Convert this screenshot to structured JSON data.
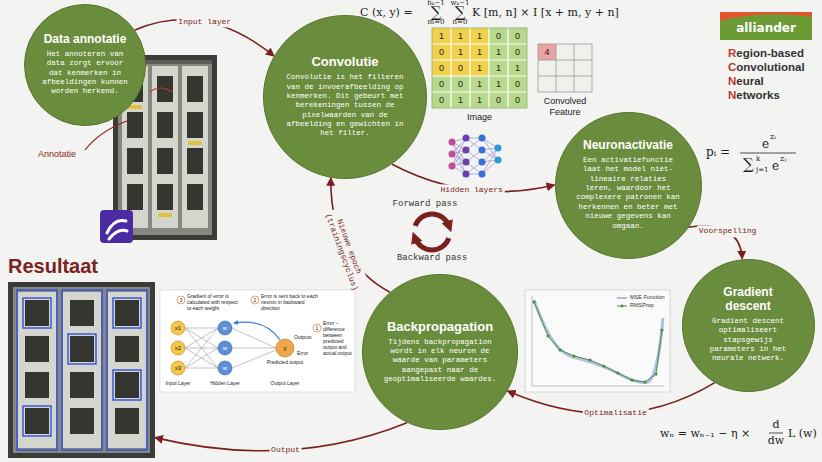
{
  "diagram": {
    "nodes": [
      {
        "text": [
          "Data annotatie",
          "Het annoteren van data zorgt ervoor dat kenmerken in afbeeldingen kunnen worden herkend."
        ]
      },
      {
        "text": [
          "Convolutie",
          "Convolutie is het filteren van de invoerafbeelding op kenmerken. Dit gebeurt met berekeningen tussen de pixelwaarden van de afbeelding en gewichten in het filter."
        ]
      },
      {
        "text": [
          "Neuronactivatie",
          "Een activatiefunctie laat het model niet-lineaire relaties leren, waardoor het complexere patronen kan herkennen en beter met nieuwe gegevens kan omgaan."
        ]
      },
      {
        "text": [
          "Gradient descent",
          "Gradient descent optimaliseert stapsgewijs parameters in het neurale netwerk."
        ]
      },
      {
        "text": [
          "Backpropagation",
          "Tijdens backpropagation wordt in elk neuron de waarde van parameters aangepast naar de geoptimaliseerde waardes."
        ]
      },
      {
        "text": [
          "Resultaat"
        ]
      }
    ],
    "edges": [
      {
        "from": 0,
        "to": 1,
        "label": "Input layer",
        "arrow": "to"
      },
      {
        "from": 1,
        "to": 2,
        "label": "Hidden layers",
        "arrow": "to"
      },
      {
        "from": 2,
        "to": 3,
        "label": "Voorspelling",
        "arrow": "to"
      },
      {
        "from": 3,
        "to": 4,
        "label": "Optimalisatie",
        "arrow": "to"
      },
      {
        "from": 4,
        "to": 1,
        "label": "Nieuwe epoch (trainingscyclus)",
        "arrow": "to"
      },
      {
        "from": 4,
        "to": 5,
        "label": "Output",
        "arrow": "to"
      }
    ],
    "labels": [
      "C (x, y) =",
      "hₖ−1",
      "∑",
      "m=0",
      "wₖ−1",
      "∑",
      "n=0",
      "K [m, n] × I [x + m, y + n]",
      "1",
      "1",
      "1",
      "0",
      "0",
      "0",
      "1",
      "1",
      "1",
      "0",
      "0",
      "0",
      "1",
      "1",
      "1",
      "0",
      "0",
      "1",
      "1",
      "0",
      "0",
      "1",
      "1",
      "0",
      "0",
      "4",
      "Image",
      "Convolved Feature",
      "alliander",
      "Region-based",
      "Convolutional",
      "Neural",
      "Networks",
      "pᵢ =",
      "e",
      "zᵢ",
      "∑",
      "k",
      "j=1",
      "e",
      "zⱼ",
      "Annotatie",
      "Forward pass",
      "Backward pass",
      "x1",
      "x2",
      "x3",
      "w",
      "w",
      "w",
      "y",
      "Input Layer",
      "Hidden Layer",
      "Output Layer",
      "Outputs",
      "Predicted output",
      "Error",
      "3",
      "Gradient of error is calculated with respect to each weight",
      "2",
      "Error is sent back to each neuron in backward direction",
      "1",
      "Error – difference between predicted output and actual output",
      "wₙ = wₙ₋₁ − η ×",
      "d",
      "dw",
      "L (w)"
    ],
    "legend": [
      {
        "text": "MSE Function"
      },
      {
        "text": "RMSProp"
      }
    ]
  }
}
